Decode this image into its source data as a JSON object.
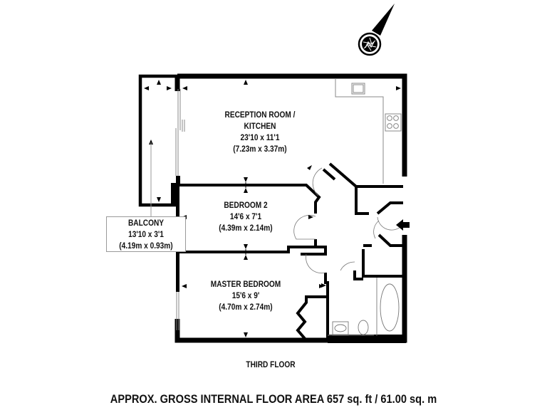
{
  "compass": {
    "icon": "north-arrow-compass-icon",
    "direction": "north-east"
  },
  "rooms": {
    "reception": {
      "name_line1": "RECEPTION ROOM /",
      "name_line2": "KITCHEN",
      "imperial": "23'10 x 11'1",
      "metric": "(7.23m x 3.37m)"
    },
    "bedroom2": {
      "name": "BEDROOM 2",
      "imperial": "14'6 x 7'1",
      "metric": "(4.39m x 2.14m)"
    },
    "master": {
      "name": "MASTER BEDROOM",
      "imperial": "15'6 x 9'",
      "metric": "(4.70m x 2.74m)"
    },
    "balcony": {
      "name": "BALCONY",
      "imperial": "13'10 x 3'1",
      "metric": "(4.19m x 0.93m)"
    }
  },
  "fixtures": [
    "kitchen-sink",
    "hob",
    "bath",
    "basin",
    "toilet",
    "entrance-arrow"
  ],
  "floor_label": "THIRD FLOOR",
  "area_caption": "APPROX. GROSS INTERNAL FLOOR AREA 657 sq. ft / 61.00 sq. m",
  "colors": {
    "wall": "#000000",
    "fixture_line": "#888888",
    "background": "#ffffff"
  }
}
